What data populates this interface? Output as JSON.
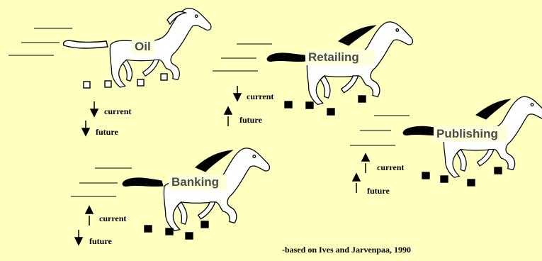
{
  "horses": [
    {
      "label": "Oil",
      "current": "down",
      "future": "down",
      "mane_color": "white",
      "tail_color": "white",
      "hooves": "outline"
    },
    {
      "label": "Retailing",
      "current": "down",
      "future": "up",
      "mane_color": "#000000",
      "tail_color": "#000000",
      "hooves": "black"
    },
    {
      "label": "Publishing",
      "current": "up",
      "future": "up",
      "mane_color": "#000000",
      "tail_color": "#000000",
      "hooves": "black"
    },
    {
      "label": "Banking",
      "current": "up",
      "future": "down",
      "mane_color": "#000000",
      "tail_color": "#000000",
      "hooves": "black"
    }
  ],
  "trend_labels": {
    "current": "current",
    "future": "future"
  },
  "credit": "-based on Ives and Jarvenpaa, 1990",
  "colors": {
    "background": "#FFFFC0",
    "horse_fill": "#ffffff",
    "outline": "#000000",
    "label_bg": "#FFFFDC",
    "label_text": "#4a4a4a"
  }
}
